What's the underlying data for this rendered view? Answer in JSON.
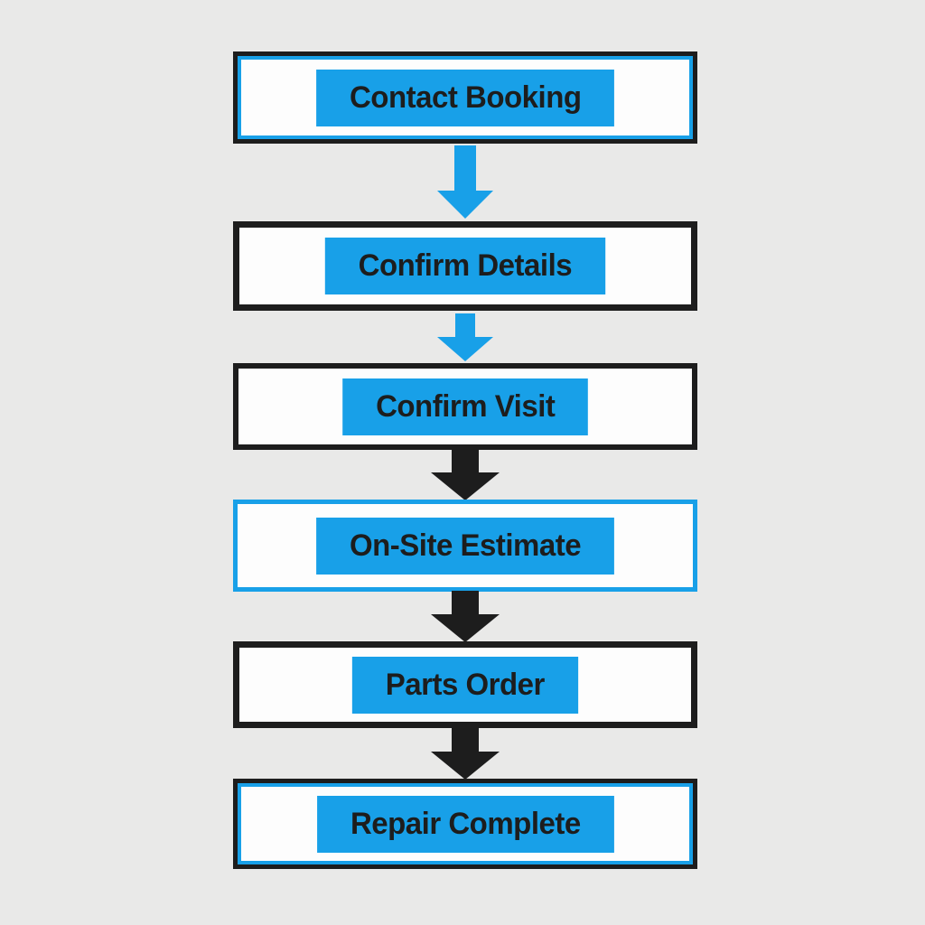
{
  "diagram": {
    "type": "flowchart",
    "direction": "top-down",
    "steps": [
      {
        "id": "contact-booking",
        "label": "Contact Booking",
        "border_style": "black-with-blue-inner"
      },
      {
        "id": "confirm-details",
        "label": "Confirm Details",
        "border_style": "black"
      },
      {
        "id": "confirm-visit",
        "label": "Confirm Visit",
        "border_style": "black"
      },
      {
        "id": "on-site-estimate",
        "label": "On-Site Estimate",
        "border_style": "blue"
      },
      {
        "id": "parts-order",
        "label": "Parts Order",
        "border_style": "black"
      },
      {
        "id": "repair-complete",
        "label": "Repair Complete",
        "border_style": "black-with-blue-inner"
      }
    ],
    "connectors": [
      {
        "from": "contact-booking",
        "to": "confirm-details",
        "color": "blue"
      },
      {
        "from": "confirm-details",
        "to": "confirm-visit",
        "color": "blue"
      },
      {
        "from": "confirm-visit",
        "to": "on-site-estimate",
        "color": "black"
      },
      {
        "from": "on-site-estimate",
        "to": "parts-order",
        "color": "black"
      },
      {
        "from": "parts-order",
        "to": "repair-complete",
        "color": "black"
      }
    ]
  },
  "colors": {
    "background": "#e9e9e8",
    "accent_blue": "#18a0e8",
    "ink_black": "#1d1d1d",
    "box_fill": "#fdfdfd"
  }
}
